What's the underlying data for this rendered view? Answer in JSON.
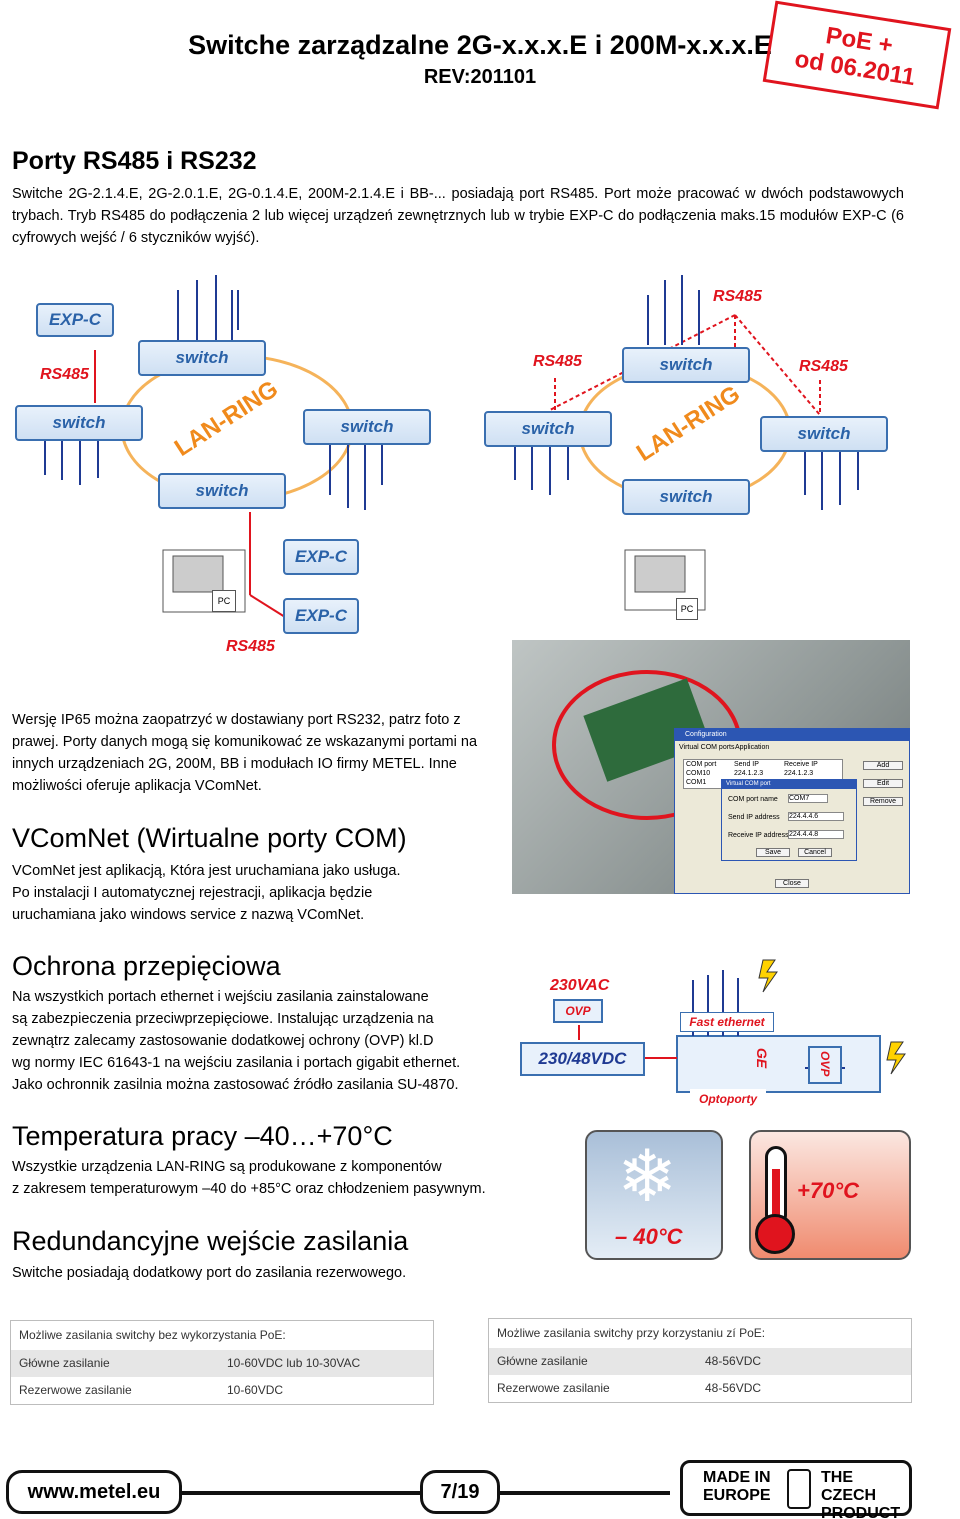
{
  "header": {
    "title": "Switche zarządzalne 2G-x.x.x.E i 200M-x.x.x.E",
    "rev": "REV:201101",
    "stamp_line1": "PoE +",
    "stamp_line2": "od 06.2011"
  },
  "section_rs": {
    "heading": "Porty RS485 i RS232",
    "paragraph": "Switche 2G-2.1.4.E, 2G-2.0.1.E, 2G-0.1.4.E, 200M-2.1.4.E i BB-... posiadają port RS485. Port może pracować w dwóch podstawowych trybach. Tryb RS485 do podłączenia 2 lub więcej urządzeń zewnętrznych lub w trybie EXP-C do podłączenia maks.15 modułów EXP-C (6 cyfrowych wejść / 6 styczników wyjść)."
  },
  "diagram1": {
    "expc": "EXP-C",
    "rs485": "RS485",
    "switch": "switch",
    "ring": "LAN-RING",
    "expc_bottom1": "EXP-C",
    "expc_bottom2": "EXP-C",
    "pc": "PC",
    "rs485_bottom": "RS485"
  },
  "diagram2": {
    "rs485_top": "RS485",
    "rs485_left": "RS485",
    "rs485_right": "RS485",
    "switch": "switch",
    "ring": "LAN-RING",
    "pc": "PC"
  },
  "section_ip65": {
    "paragraph": "Wersję IP65 można zaopatrzyć w dostawiany port RS232, patrz foto z prawej. Porty danych mogą się komunikować ze wskazanymi portami na innych urządzeniach 2G, 200M, BB i modułach IO firmy METEL. Inne możliwości oferuje aplikacja VComNet."
  },
  "config_window": {
    "title": "Configuration",
    "tab1": "Virtual COM ports",
    "tab2": "Application",
    "col1": "COM port",
    "col2": "Send IP",
    "col3": "Receive IP",
    "rows": [
      [
        "COM10",
        "224.1.2.3",
        "224.1.2.3"
      ],
      [
        "COM1",
        "",
        ""
      ]
    ],
    "add": "Add",
    "edit": "Edit",
    "remove": "Remove",
    "group": "Virtual COM port",
    "f_name": "COM port name",
    "f_name_val": "COM7",
    "f_send": "Send IP address",
    "f_send_val": "224.4.4.6",
    "f_recv": "Receive IP address",
    "f_recv_val": "224.4.4.8",
    "save": "Save",
    "cancel": "Cancel",
    "close": "Close"
  },
  "section_vcom": {
    "heading": "VComNet (Wirtualne porty COM)",
    "line1": "VComNet jest aplikacją, Która jest uruchamiana jako usługa.",
    "line2": "Po instalacji I automatycznej rejestracji, aplikacja będzie",
    "line3": "uruchamiana jako windows service z nazwą VComNet."
  },
  "section_ovp": {
    "heading": "Ochrona przepięciowa",
    "line1": "Na wszystkich portach ethernet i wejściu zasilania zainstalowane",
    "line2": "są zabezpieczenia przeciwprzepięciowe. Instalując urządzenia na",
    "line3": "zewnątrz zalecamy zastosowanie dodatkowej ochrony (OVP) kl.D",
    "line4": "wg normy IEC 61643-1 na wejściu zasilania i portach gigabit ethernet.",
    "line5": "Jako ochronnik zasilnia można zastosować źródło zasilania SU-4870."
  },
  "ovp_diagram": {
    "vac": "230VAC",
    "ovp": "OVP",
    "psu": "230/48VDC",
    "fast": "Fast ethernet",
    "ge": "GE",
    "ovp_right": "OVP",
    "opto": "Optoporty"
  },
  "section_temp": {
    "heading": "Temperatura pracy –40…+70°C",
    "line1": "Wszystkie urządzenia LAN-RING są produkowane z komponentów",
    "line2": "z zakresem temperaturowym –40 do +85°C oraz chłodzeniem pasywnym.",
    "cold": "– 40°C",
    "hot": "+70°C"
  },
  "section_red": {
    "heading": "Redundancyjne wejście zasilania",
    "line1": "Switche posiadają dodatkowy port do zasilania rezerwowego."
  },
  "table_left": {
    "header": "Możliwe zasilania switchy bez wykorzystania PoE:",
    "rows": [
      {
        "label": "Główne zasilanie",
        "value": "10-60VDC lub 10-30VAC"
      },
      {
        "label": "Rezerwowe zasilanie",
        "value": "10-60VDC"
      }
    ]
  },
  "table_right": {
    "header": "Możliwe zasilania switchy przy korzystaniu zí PoE:",
    "rows": [
      {
        "label": "Główne zasilanie",
        "value": "48-56VDC"
      },
      {
        "label": "Rezerwowe zasilanie",
        "value": "48-56VDC"
      }
    ]
  },
  "footer": {
    "url": "www.metel.eu",
    "page": "7/19",
    "made1": "MADE IN",
    "made2": "EUROPE",
    "czech1": "THE CZECH",
    "czech2": "PRODUCT"
  },
  "colors": {
    "red": "#e0141e",
    "blue": "#2a62a8",
    "orange": "#f08a1c",
    "navy": "#1f3a93"
  }
}
